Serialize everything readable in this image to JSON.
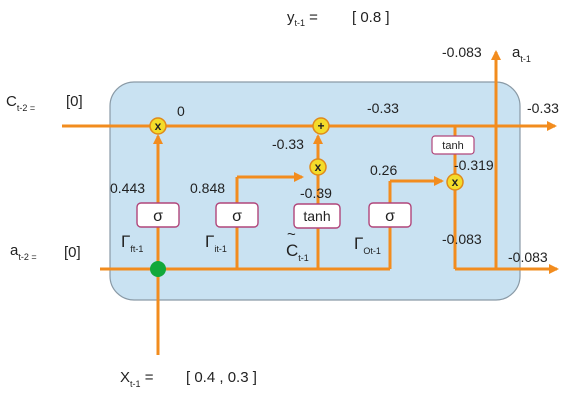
{
  "header": {
    "y_label": "y",
    "y_sub": "t-1",
    "y_eq": " = ",
    "y_value": "[ 0.8 ]"
  },
  "inputs": {
    "c_label": "C",
    "c_sub": "t-2 =",
    "c_value": "[0]",
    "a_label": "a",
    "a_sub": "t-2 =",
    "a_value": "[0]",
    "x_label": "X",
    "x_sub": "t-1",
    "x_eq": " = ",
    "x_value": "[ 0.4 , 0.3 ]"
  },
  "outputs": {
    "a_out_label": "a",
    "a_out_sub": "t-1",
    "a_out_top_value": "-0.083",
    "c_out_value": "-0.33",
    "a_out_right_value": "-0.083"
  },
  "gates": {
    "forget": {
      "symbol": "σ",
      "label": "Γ",
      "sub": "ft-1",
      "value": "0.443"
    },
    "input": {
      "symbol": "σ",
      "label": "Γ",
      "sub": "it-1",
      "value": "0.848"
    },
    "candidate": {
      "symbol": "tanh",
      "label": "C",
      "tilde": "~",
      "sub": "t-1",
      "value": "-0.39"
    },
    "output": {
      "symbol": "σ",
      "label": "Γ",
      "sub": "Ot-1",
      "value": "0.26"
    }
  },
  "ops": {
    "forget_mult": {
      "symbol": "x",
      "value": "0"
    },
    "add": {
      "symbol": "+",
      "value": "-0.33"
    },
    "input_mult": {
      "symbol": "x",
      "value": "-0.33"
    },
    "output_mult": {
      "symbol": "x",
      "value": "-0.319"
    }
  },
  "cell_tanh": {
    "label": "tanh"
  },
  "internal": {
    "c_after_add": "-0.33",
    "a_internal": "-0.083"
  },
  "colors": {
    "arrow": "#f28c1e",
    "cell_fill": "#c9e2f2",
    "cell_border": "#8a9aa6",
    "gate_border": "#b0457a",
    "op_fill": "#f3dc2a",
    "op_border": "#e08a1a",
    "junction": "#12a83a"
  }
}
